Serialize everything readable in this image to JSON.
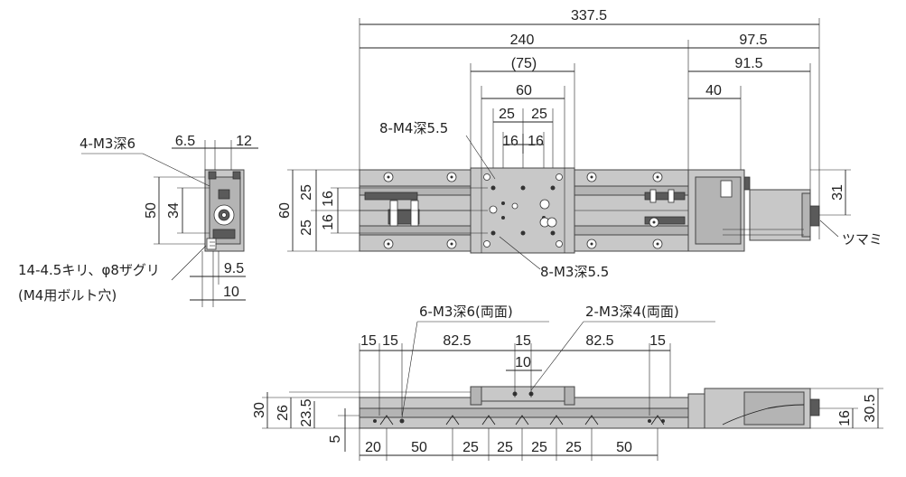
{
  "dimensions": {
    "top_total": "337.5",
    "top_240": "240",
    "top_97_5": "97.5",
    "top_75": "(75)",
    "top_91_5": "91.5",
    "top_60": "60",
    "top_40": "40",
    "top_25a": "25",
    "top_25b": "25",
    "top_16a": "16",
    "top_16b": "16",
    "left_6_5": "6.5",
    "left_12": "12",
    "left_50": "50",
    "left_34": "34",
    "left_9_5": "9.5",
    "left_10": "10",
    "plan_60": "60",
    "plan_25a": "25",
    "plan_16a": "16",
    "plan_25b": "25",
    "plan_16b": "16",
    "plan_31": "31",
    "side_15a": "15",
    "side_15b": "15",
    "side_82_5a": "82.5",
    "side_15c": "15",
    "side_82_5b": "82.5",
    "side_15d": "15",
    "side_10": "10",
    "side_30": "30",
    "side_26": "26",
    "side_23_5": "23.5",
    "side_5": "5",
    "side_16": "16",
    "side_30_5": "30.5",
    "bot_20": "20",
    "bot_50a": "50",
    "bot_25a": "25",
    "bot_25b": "25",
    "bot_25c": "25",
    "bot_25d": "25",
    "bot_50b": "50"
  },
  "callouts": {
    "m3_depth6": "4-M3深6",
    "m4_depth5_5": "8-M4深5.5",
    "m3_depth5_5": "8-M3深5.5",
    "knob": "ツマミ",
    "holes_line1": "14-4.5キリ、φ8ザグリ",
    "holes_line2": "(M4用ボルト穴)",
    "m3_depth6_both": "6-M3深6(両面)",
    "m3_depth4_both": "2-M3深4(両面)"
  }
}
